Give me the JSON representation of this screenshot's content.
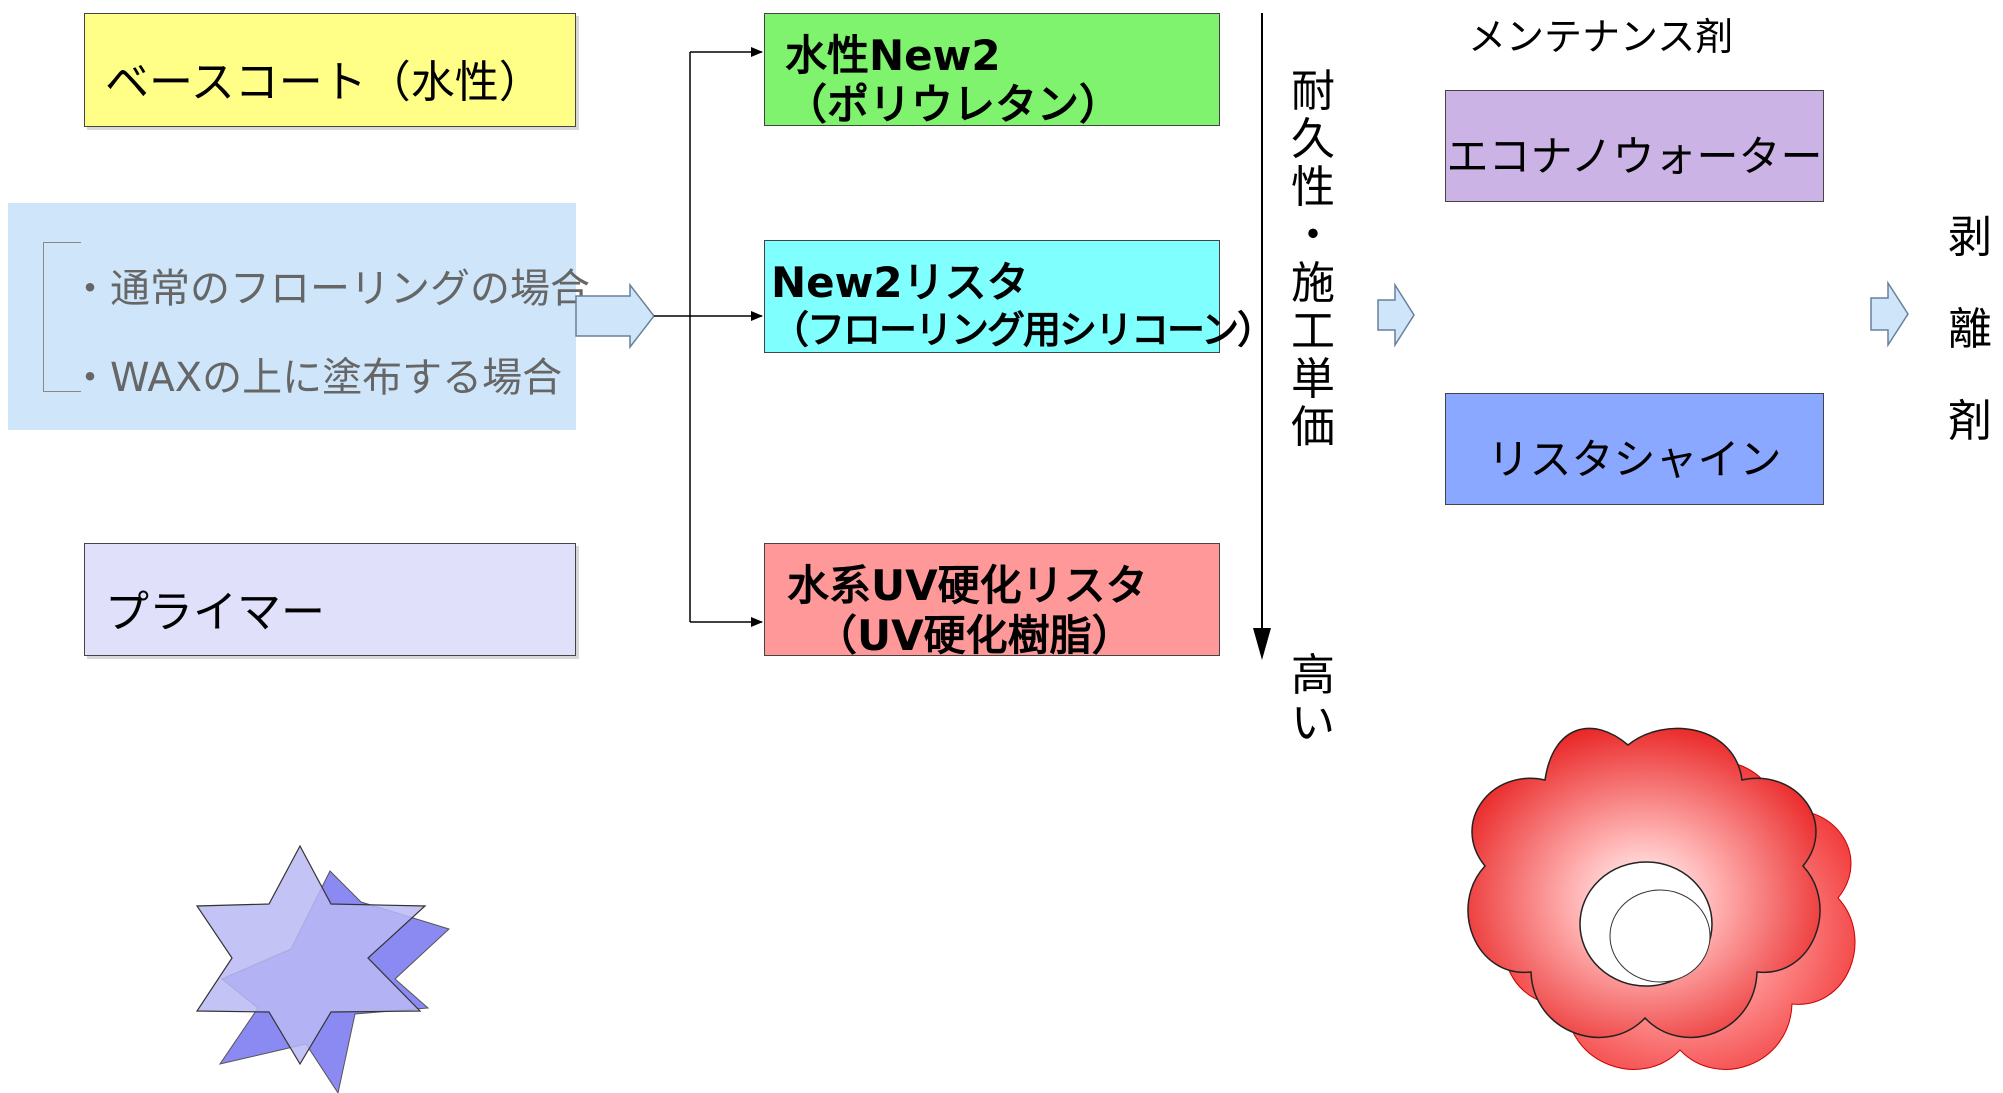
{
  "left": {
    "basecoat": "ベースコート（水性）",
    "bullets": [
      "・通常のフローリングの場合",
      "・WAXの上に塗布する場合"
    ],
    "primer": "プライマー"
  },
  "products": [
    {
      "line1": "水性New2",
      "line2": "（ポリウレタン）",
      "color": "#7ff26e"
    },
    {
      "line1": "New2リスタ",
      "line2": "（フローリング用シリコーン）",
      "color": "#80ffff"
    },
    {
      "line1": "水系UV硬化リスタ",
      "line2": "（UV硬化樹脂）",
      "color": "#ff9999"
    }
  ],
  "axis": {
    "label": "耐久性・施工単価",
    "high": "高い"
  },
  "maintenance": {
    "title": "メンテナンス剤",
    "items": [
      "エコナノウォーター",
      "リスタシャイン"
    ]
  },
  "stripper": "剥離剤"
}
